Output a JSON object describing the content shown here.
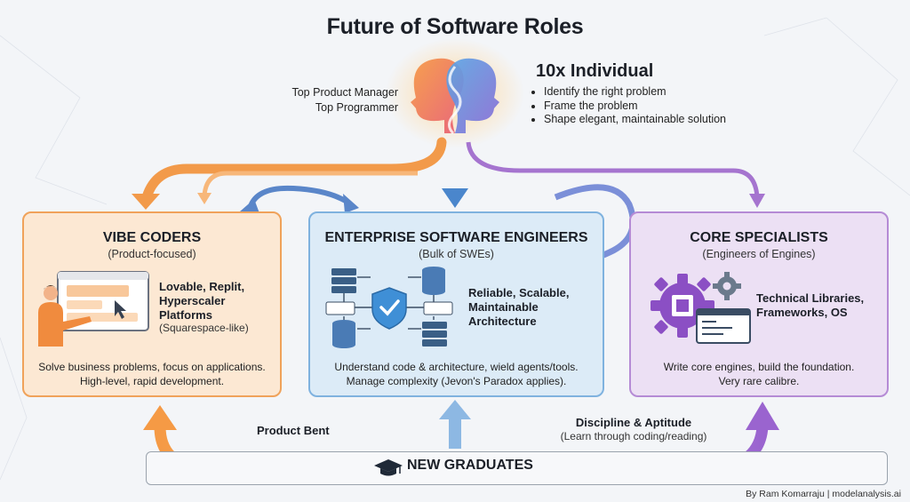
{
  "title": "Future of Software Roles",
  "top": {
    "roles": [
      "Top Product Manager",
      "Top Programmer"
    ],
    "individual_title": "10x Individual",
    "individual_points": [
      "Identify the right problem",
      "Frame the problem",
      "Shape elegant, maintainable solution"
    ]
  },
  "boxes": {
    "vibe": {
      "title": "VIBE CODERS",
      "subtitle": "(Product-focused)",
      "feature_lines": [
        "Lovable, Replit,",
        "Hyperscaler",
        "Platforms"
      ],
      "note": "(Squarespace-like)",
      "desc_lines": [
        "Solve business problems, focus on applications.",
        "High-level, rapid development."
      ]
    },
    "enterprise": {
      "title": "ENTERPRISE SOFTWARE ENGINEERS",
      "subtitle": "(Bulk of SWEs)",
      "feature_lines": [
        "Reliable, Scalable,",
        "Maintainable",
        "Architecture"
      ],
      "desc_lines": [
        "Understand code & architecture, wield agents/tools.",
        "Manage complexity (Jevon's Paradox applies)."
      ]
    },
    "core": {
      "title": "CORE SPECIALISTS",
      "subtitle": "(Engineers of Engines)",
      "feature_lines": [
        "Technical Libraries,",
        "Frameworks, OS"
      ],
      "desc_lines": [
        "Write core engines, build the foundation.",
        "Very rare calibre."
      ]
    }
  },
  "graduates": {
    "label": "NEW GRADUATES",
    "product_bent": "Product Bent",
    "discipline": "Discipline & Aptitude",
    "discipline_note": "(Learn through coding/reading)"
  },
  "credit": "By Ram Komarraju | modelanalysis.ai",
  "colors": {
    "orange": "#f29a4a",
    "blue": "#5a9ddb",
    "purple": "#a574cf",
    "vibe_bg": "#fce8d3",
    "ent_bg": "#dcebf7",
    "core_bg": "#ece0f4"
  }
}
